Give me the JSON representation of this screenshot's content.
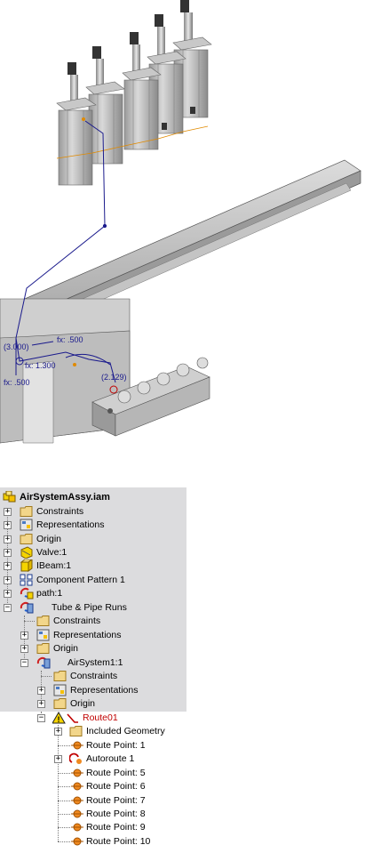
{
  "tree": {
    "root": "AirSystemAssy.iam",
    "items": [
      "Constraints",
      "Representations",
      "Origin",
      "Valve:1",
      "IBeam:1",
      "Component Pattern 1",
      "path:1",
      "Tube & Pipe Runs",
      "Constraints",
      "Representations",
      "Origin",
      "AirSystem1:1",
      "Constraints",
      "Representations",
      "Origin",
      "Route01",
      "Included Geometry",
      "Route Point: 1",
      "Autoroute 1",
      "Route Point: 5",
      "Route Point: 6",
      "Route Point: 7",
      "Route Point: 8",
      "Route Point: 9",
      "Route Point: 10"
    ]
  },
  "viewport": {
    "dim_labels": [
      "(3.000)",
      "fx: .500",
      "fx: 1.300",
      "fx: .500",
      "(2.129)"
    ]
  },
  "colors": {
    "browser_bg": "#dcdcde",
    "sketch_line": "#1a1a8c",
    "warning": "#f5d400",
    "route_red": "#c00000"
  }
}
